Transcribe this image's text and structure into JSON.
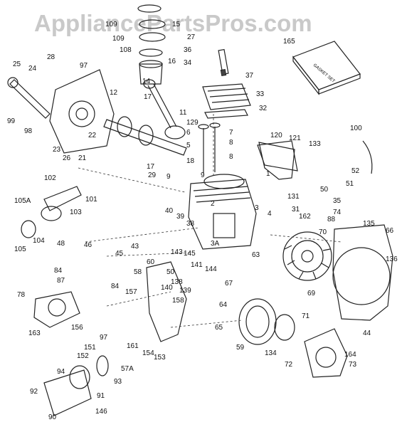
{
  "watermark": "AppliancePartsPros.com",
  "gasket_box_label": "GASKET SET",
  "labels": [
    "165",
    "27",
    "36",
    "34",
    "37",
    "33",
    "32",
    "25",
    "24",
    "28",
    "97",
    "109",
    "109",
    "108",
    "15",
    "16",
    "14",
    "17",
    "12",
    "11",
    "129",
    "99",
    "98",
    "23",
    "26",
    "22",
    "21",
    "17",
    "29",
    "6",
    "5",
    "7",
    "8",
    "8",
    "120",
    "121",
    "133",
    "100",
    "52",
    "51",
    "50",
    "102",
    "101",
    "103",
    "105A",
    "105",
    "104",
    "40",
    "39",
    "38",
    "1",
    "131",
    "31",
    "35",
    "74",
    "88",
    "162",
    "70",
    "135",
    "66",
    "136",
    "48",
    "46",
    "45",
    "43",
    "60",
    "50",
    "143",
    "145",
    "141",
    "144",
    "3A",
    "63",
    "84",
    "87",
    "84",
    "58",
    "140",
    "139",
    "138",
    "67",
    "78",
    "157",
    "158",
    "64",
    "69",
    "71",
    "65",
    "44",
    "163",
    "156",
    "97",
    "151",
    "161",
    "154",
    "153",
    "152",
    "94",
    "57A",
    "93",
    "91",
    "92",
    "90",
    "146",
    "59",
    "134",
    "72",
    "164",
    "73",
    "2",
    "3",
    "4",
    "9",
    "18",
    "9"
  ]
}
